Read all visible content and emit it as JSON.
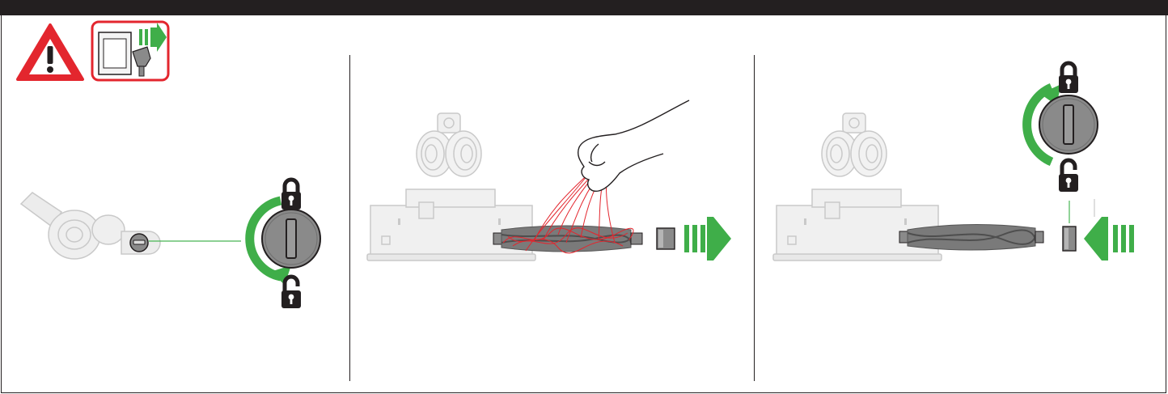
{
  "colors": {
    "header_bar": "#231f20",
    "warning_red": "#e3262e",
    "arrow_green": "#3fae49",
    "leader_line": "#47b553",
    "part_grey": "#e4e4e4",
    "part_outline": "#b7b7b7",
    "dark_part": "#8a8a8a",
    "hair_red": "#e3262e",
    "icon_black": "#231f20"
  },
  "panels": [
    {
      "name": "step-1-unlock-end-cap",
      "icons": [
        "warning-icon",
        "unplug-icon",
        "cleaner-head-icon",
        "end-cap-dial-icon",
        "locked-padlock-icon",
        "unlocked-padlock-icon",
        "rotate-arrow-icon"
      ]
    },
    {
      "name": "step-2-remove-hair",
      "icons": [
        "cleaner-head-icon",
        "hand-icon",
        "brush-bar-icon",
        "end-cap-icon",
        "slide-out-arrow-icon"
      ]
    },
    {
      "name": "step-3-refit-and-lock",
      "icons": [
        "cleaner-head-icon",
        "brush-bar-icon",
        "end-cap-icon",
        "slide-in-arrow-icon",
        "end-cap-dial-icon",
        "locked-padlock-icon",
        "unlocked-padlock-icon",
        "rotate-arrow-icon"
      ]
    }
  ]
}
